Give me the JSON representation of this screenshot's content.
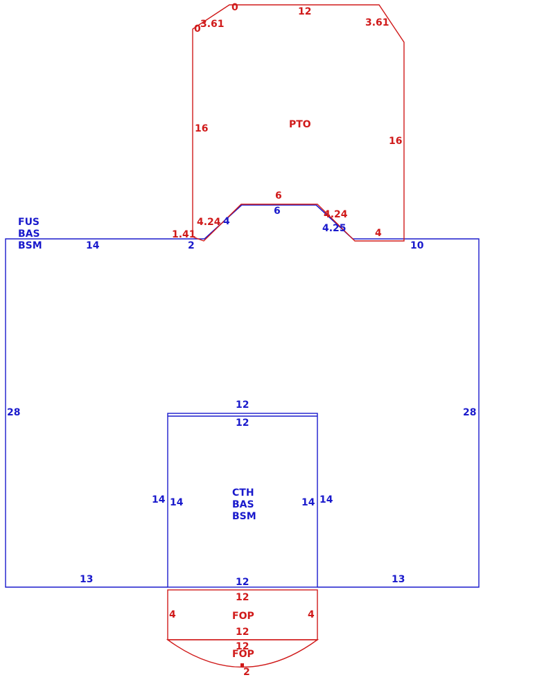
{
  "colors": {
    "main": "#1a1acc",
    "addition": "#d01a1a"
  },
  "areas": {
    "main": [
      "FUS",
      "BAS",
      "BSM"
    ],
    "center": [
      "CTH",
      "BAS",
      "BSM"
    ],
    "pto": "PTO",
    "fop_upper": "FOP",
    "fop_lower": "FOP"
  },
  "dims": {
    "main_top_left": "14",
    "main_top_2": "2",
    "main_step_4": "4",
    "main_step_6": "6",
    "main_step_425": "4.25",
    "main_top_right": "10",
    "main_left": "28",
    "main_right": "28",
    "main_bottom_left": "13",
    "main_bottom_right": "13",
    "cth_top_outer": "12",
    "cth_top_inner": "12",
    "cth_left_outer": "14",
    "cth_left_inner": "14",
    "cth_right_inner": "14",
    "cth_right_outer": "14",
    "cth_bottom": "12",
    "pto_top_0": "0",
    "pto_top_12": "12",
    "pto_top_0b": "0",
    "pto_top_361_left": "3.61",
    "pto_top_361_right": "3.61",
    "pto_left_16": "16",
    "pto_right_16": "16",
    "pto_141": "1.41",
    "pto_424_left": "4.24",
    "pto_6": "6",
    "pto_424_right": "4.24",
    "pto_4": "4",
    "fop1_top": "12",
    "fop1_left": "4",
    "fop1_right": "4",
    "fop1_bottom": "12",
    "fop2_top": "12",
    "fop2_2": "2"
  }
}
